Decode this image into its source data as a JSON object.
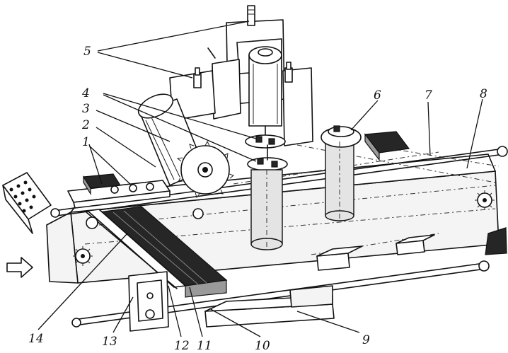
{
  "callouts": {
    "c1": "1",
    "c2": "2",
    "c3": "3",
    "c4": "4",
    "c5": "5",
    "c6": "6",
    "c7": "7",
    "c8": "8",
    "c9": "9",
    "c10": "10",
    "c11": "11",
    "c12": "12",
    "c13": "13",
    "c14": "14"
  },
  "icons": {
    "feed_direction": "feed-direction-arrow",
    "sprocket": "sprocket-wheel"
  }
}
